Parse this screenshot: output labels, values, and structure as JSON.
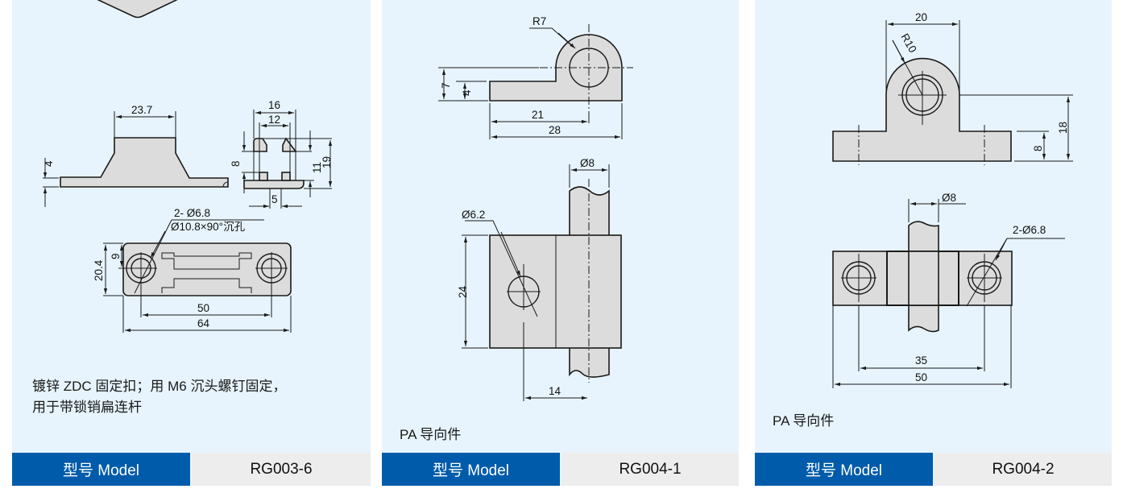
{
  "panels": [
    {
      "id": "RG003-6",
      "description_lines": [
        "镀锌 ZDC 固定扣；用 M6 沉头螺钉固定，",
        "用于带锁销扁连杆"
      ],
      "model_label": "型号 Model",
      "model_value": "RG003-6",
      "dimensions": {
        "top_width": "23.7",
        "flange_thickness": "4",
        "side_outer_width": "16",
        "side_inner_width": "12",
        "side_slot": "8",
        "side_height_inner": "11",
        "side_height_total": "19",
        "side_base_offset": "5",
        "hole_spec_line1": "2- Ø6.8",
        "hole_spec_line2": "Ø10.8×90°沉孔",
        "plan_height": "20.4",
        "plan_hole_offset": "9",
        "hole_spacing": "50",
        "overall_length": "64"
      }
    },
    {
      "id": "RG004-1",
      "description_lines": [
        "PA 导向件"
      ],
      "model_label": "型号 Model",
      "model_value": "RG004-1",
      "dimensions": {
        "radius": "R7",
        "height_total": "7",
        "height_base": "4",
        "center_offset": "21",
        "overall_length": "28",
        "rod_diameter": "Ø8",
        "hole_diameter": "Ø6.2",
        "block_height": "24",
        "hole_to_axis": "14"
      }
    },
    {
      "id": "RG004-2",
      "description_lines": [
        "PA 导向件"
      ],
      "model_label": "型号 Model",
      "model_value": "RG004-2",
      "dimensions": {
        "boss_width": "20",
        "radius": "R10",
        "center_height": "18",
        "base_height": "8",
        "rod_diameter": "Ø8",
        "hole_spec": "2-Ø6.8",
        "hole_spacing": "35",
        "overall_length": "50"
      }
    }
  ],
  "colors": {
    "panel_background": "#E7F4FD",
    "model_label_background": "#005BAA",
    "model_value_background": "#EDEDED",
    "part_fill": "#DCDCDC"
  }
}
